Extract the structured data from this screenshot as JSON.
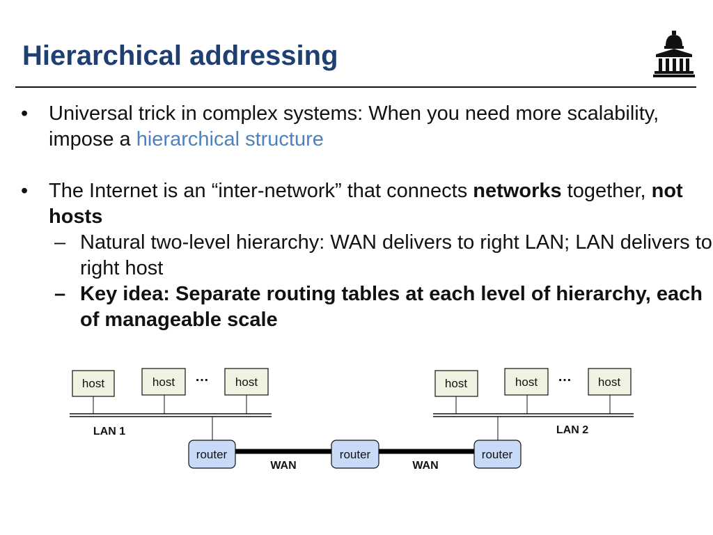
{
  "slide": {
    "title": "Hierarchical addressing",
    "logo_icon": "university-building-icon"
  },
  "bullets": {
    "b1": {
      "text": "Universal trick in complex systems: When you need more scalability, impose a ",
      "highlight": "hierarchical structure",
      "highlight_color": "#4f81bd"
    },
    "b2": {
      "text_1": "The Internet is an “inter-network” that connects ",
      "bold_1": "networks",
      "text_2": " together, ",
      "bold_2": "not hosts"
    },
    "sub1": {
      "text": "Natural two-level hierarchy: WAN delivers to right LAN; LAN delivers to right host"
    },
    "sub2": {
      "text": "Key idea: Separate routing tables at each level of hierarchy, each of manageable scale"
    }
  },
  "diagram": {
    "host_label": "host",
    "router_label": "router",
    "ellipsis": "…",
    "lan1_label": "LAN 1",
    "lan2_label": "LAN 2",
    "wan_label": "WAN",
    "host_fill": "#eef3e2",
    "router_fill": "#c9daf8"
  }
}
